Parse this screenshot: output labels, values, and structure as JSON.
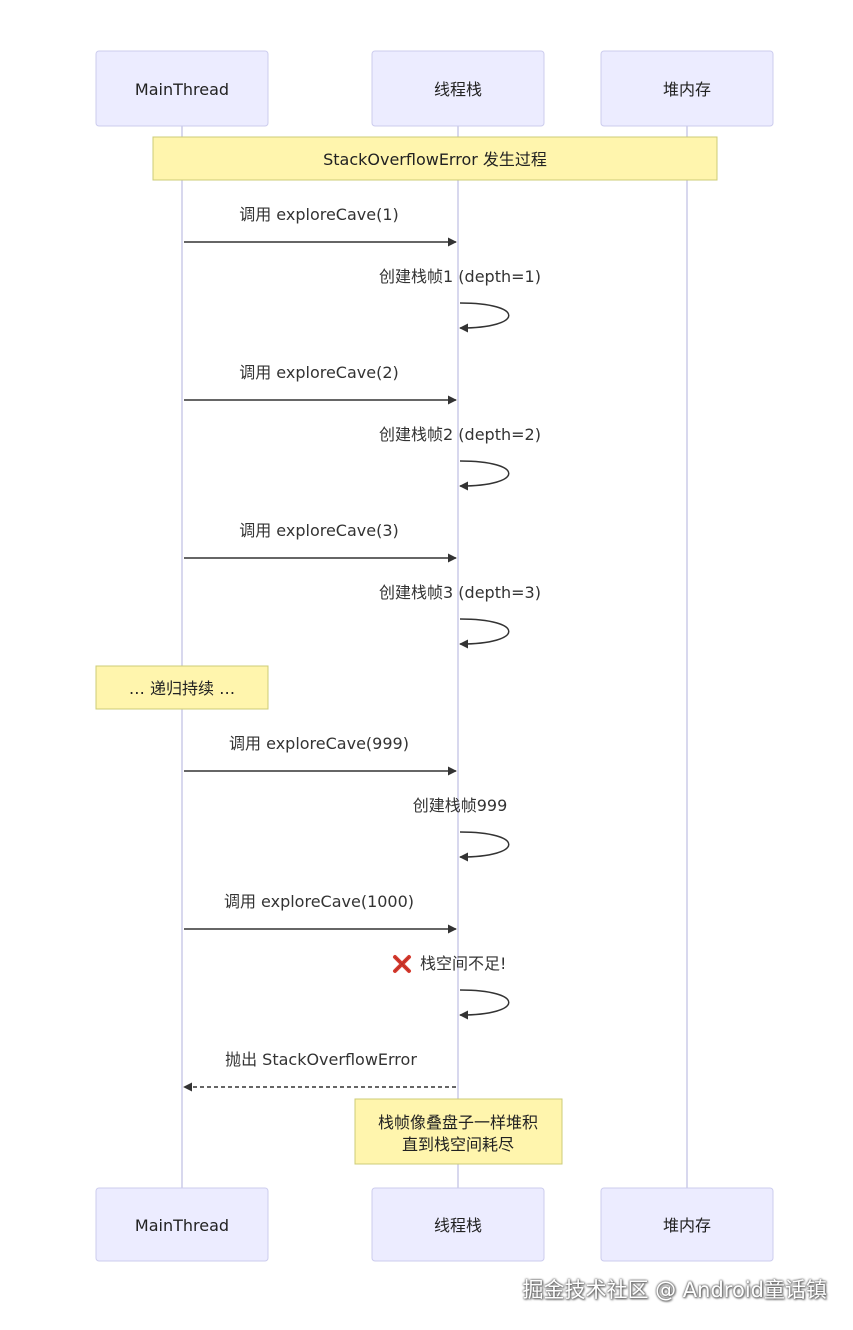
{
  "participants": [
    {
      "id": "main",
      "label": "MainThread"
    },
    {
      "id": "stack",
      "label": "线程栈"
    },
    {
      "id": "heap",
      "label": "堆内存"
    }
  ],
  "notes": [
    {
      "over": [
        "main",
        "heap"
      ],
      "lines": [
        "StackOverflowError 发生过程"
      ]
    },
    {
      "over": [
        "main"
      ],
      "lines": [
        "… 递归持续 …"
      ]
    },
    {
      "over": [
        "stack"
      ],
      "lines": [
        "栈帧像叠盘子一样堆积",
        "直到栈空间耗尽"
      ]
    }
  ],
  "messages": [
    {
      "from": "main",
      "to": "stack",
      "text": "调用 exploreCave(1)",
      "style": "solid"
    },
    {
      "from": "stack",
      "to": "stack",
      "text": "创建栈帧1 (depth=1)",
      "style": "solid"
    },
    {
      "from": "main",
      "to": "stack",
      "text": "调用 exploreCave(2)",
      "style": "solid"
    },
    {
      "from": "stack",
      "to": "stack",
      "text": "创建栈帧2 (depth=2)",
      "style": "solid"
    },
    {
      "from": "main",
      "to": "stack",
      "text": "调用 exploreCave(3)",
      "style": "solid"
    },
    {
      "from": "stack",
      "to": "stack",
      "text": "创建栈帧3 (depth=3)",
      "style": "solid"
    },
    {
      "from": "main",
      "to": "stack",
      "text": "调用 exploreCave(999)",
      "style": "solid"
    },
    {
      "from": "stack",
      "to": "stack",
      "text": "创建栈帧999",
      "style": "solid"
    },
    {
      "from": "main",
      "to": "stack",
      "text": "调用 exploreCave(1000)",
      "style": "solid"
    },
    {
      "from": "stack",
      "to": "stack",
      "text": "栈空间不足!",
      "icon": "cross-mark-icon",
      "style": "solid"
    },
    {
      "from": "stack",
      "to": "main",
      "text": "抛出 StackOverflowError",
      "style": "dashed"
    }
  ],
  "watermark": "掘金技术社区 @ Android童话镇",
  "colors": {
    "participant_fill": "#ECECFF",
    "participant_border": "#CCCCEE",
    "note_fill": "#FFF5AD",
    "note_border": "#CCCC77",
    "line": "#333333",
    "error_icon": "#D63B2F"
  }
}
